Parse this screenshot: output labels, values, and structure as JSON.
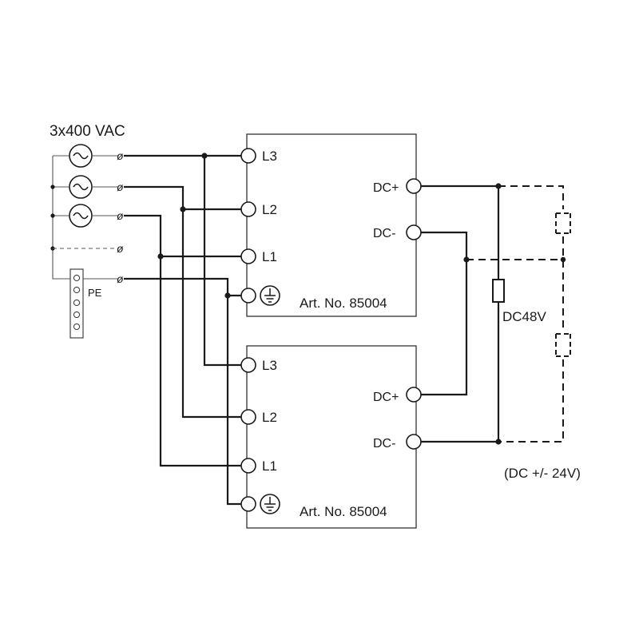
{
  "supply": {
    "voltage_label": "3x400 VAC",
    "pe_label": "PE",
    "fuse_mark": "ø"
  },
  "modules": [
    {
      "art_no": "Art. No. 85004",
      "inputs": [
        "L3",
        "L2",
        "L1"
      ],
      "outputs": [
        "DC+",
        "DC-"
      ]
    },
    {
      "art_no": "Art. No. 85004",
      "inputs": [
        "L3",
        "L2",
        "L1"
      ],
      "outputs": [
        "DC+",
        "DC-"
      ]
    }
  ],
  "output": {
    "series_voltage": "DC48V",
    "split_voltage": "(DC +/- 24V)"
  },
  "colors": {
    "line": "#1a1a1a",
    "background": "#ffffff"
  }
}
